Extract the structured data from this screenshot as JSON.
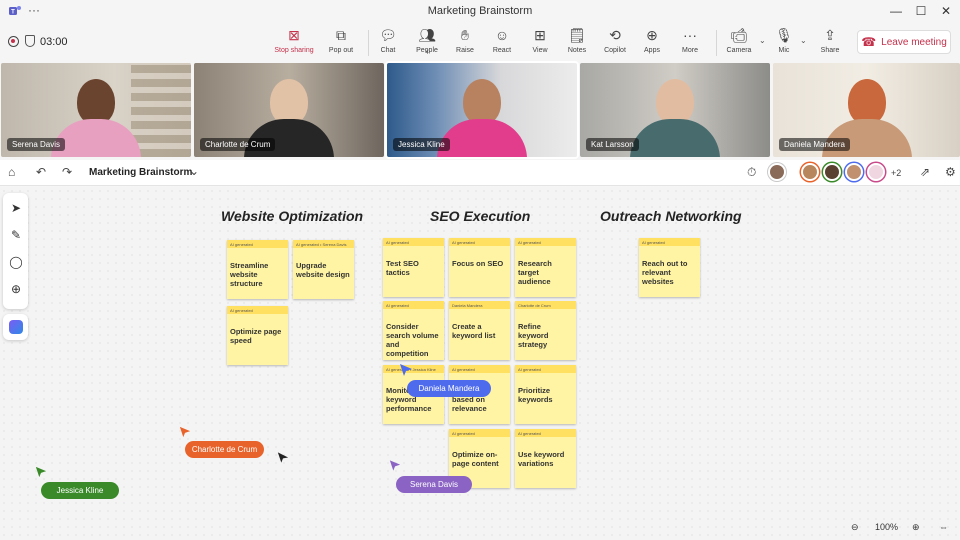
{
  "window": {
    "title": "Marketing Brainstorm",
    "more": "···",
    "minimize": "—",
    "maximize": "☐",
    "close": "✕"
  },
  "meeting": {
    "timer": "03:00",
    "tools": {
      "stop_sharing": "Stop sharing",
      "pop_out": "Pop out",
      "chat": "Chat",
      "people": "People",
      "people_count": "4",
      "raise": "Raise",
      "react": "React",
      "view": "View",
      "notes": "Notes",
      "copilot": "Copilot",
      "apps": "Apps",
      "more": "More",
      "camera": "Camera",
      "mic": "Mic",
      "share": "Share"
    },
    "leave": "Leave meeting",
    "colors": {
      "leave": "#c4314b",
      "accent": "#5b5fc7"
    }
  },
  "participants": [
    {
      "name": "Serena Davis"
    },
    {
      "name": "Charlotte de Crum"
    },
    {
      "name": "Jessica Kline"
    },
    {
      "name": "Kat Larsson"
    },
    {
      "name": "Daniela Mandera"
    }
  ],
  "whiteboard": {
    "title": "Marketing Brainstorm",
    "extra_count": "+2",
    "zoom": "100%",
    "columns": {
      "website": "Website Optimization",
      "seo": "SEO Execution",
      "outreach": "Outreach Networking"
    },
    "notes": {
      "w1": {
        "tag": "AI generated",
        "text": "Streamline website structure"
      },
      "w2": {
        "tag": "AI generated • Serena Davis",
        "text": "Upgrade website design"
      },
      "w3": {
        "tag": "AI generated",
        "text": "Optimize page speed"
      },
      "s1": {
        "tag": "AI generated",
        "text": "Test SEO tactics"
      },
      "s2": {
        "tag": "AI generated",
        "text": "Focus on SEO"
      },
      "s3": {
        "tag": "AI generated",
        "text": "Research target audience"
      },
      "s4": {
        "tag": "AI generated",
        "text": "Consider search volume and competition"
      },
      "s5": {
        "tag": "Daniela Mandera",
        "text": "Create a keyword list"
      },
      "s6": {
        "tag": "Charlotte de Crum",
        "text": "Refine keyword strategy"
      },
      "s7": {
        "tag": "AI generated • Jessica Kline",
        "text": "Monitor keyword performance"
      },
      "s8": {
        "tag": "AI generated",
        "text": "keywords based on relevance"
      },
      "s9": {
        "tag": "AI generated",
        "text": "Prioritize keywords"
      },
      "s10": {
        "tag": "AI generated",
        "text": "Optimize on-page content"
      },
      "s11": {
        "tag": "AI generated",
        "text": "Use keyword variations"
      },
      "o1": {
        "tag": "AI generated",
        "text": "Reach out to relevant websites"
      }
    },
    "cursors": {
      "daniela": {
        "name": "Daniela Mandera",
        "color": "#4f6bed"
      },
      "charlotte": {
        "name": "Charlotte de Crum",
        "color": "#e8632b"
      },
      "jessica": {
        "name": "Jessica Kline",
        "color": "#3a8a2a"
      },
      "serena": {
        "name": "Serena Davis",
        "color": "#8a63c4"
      }
    }
  }
}
